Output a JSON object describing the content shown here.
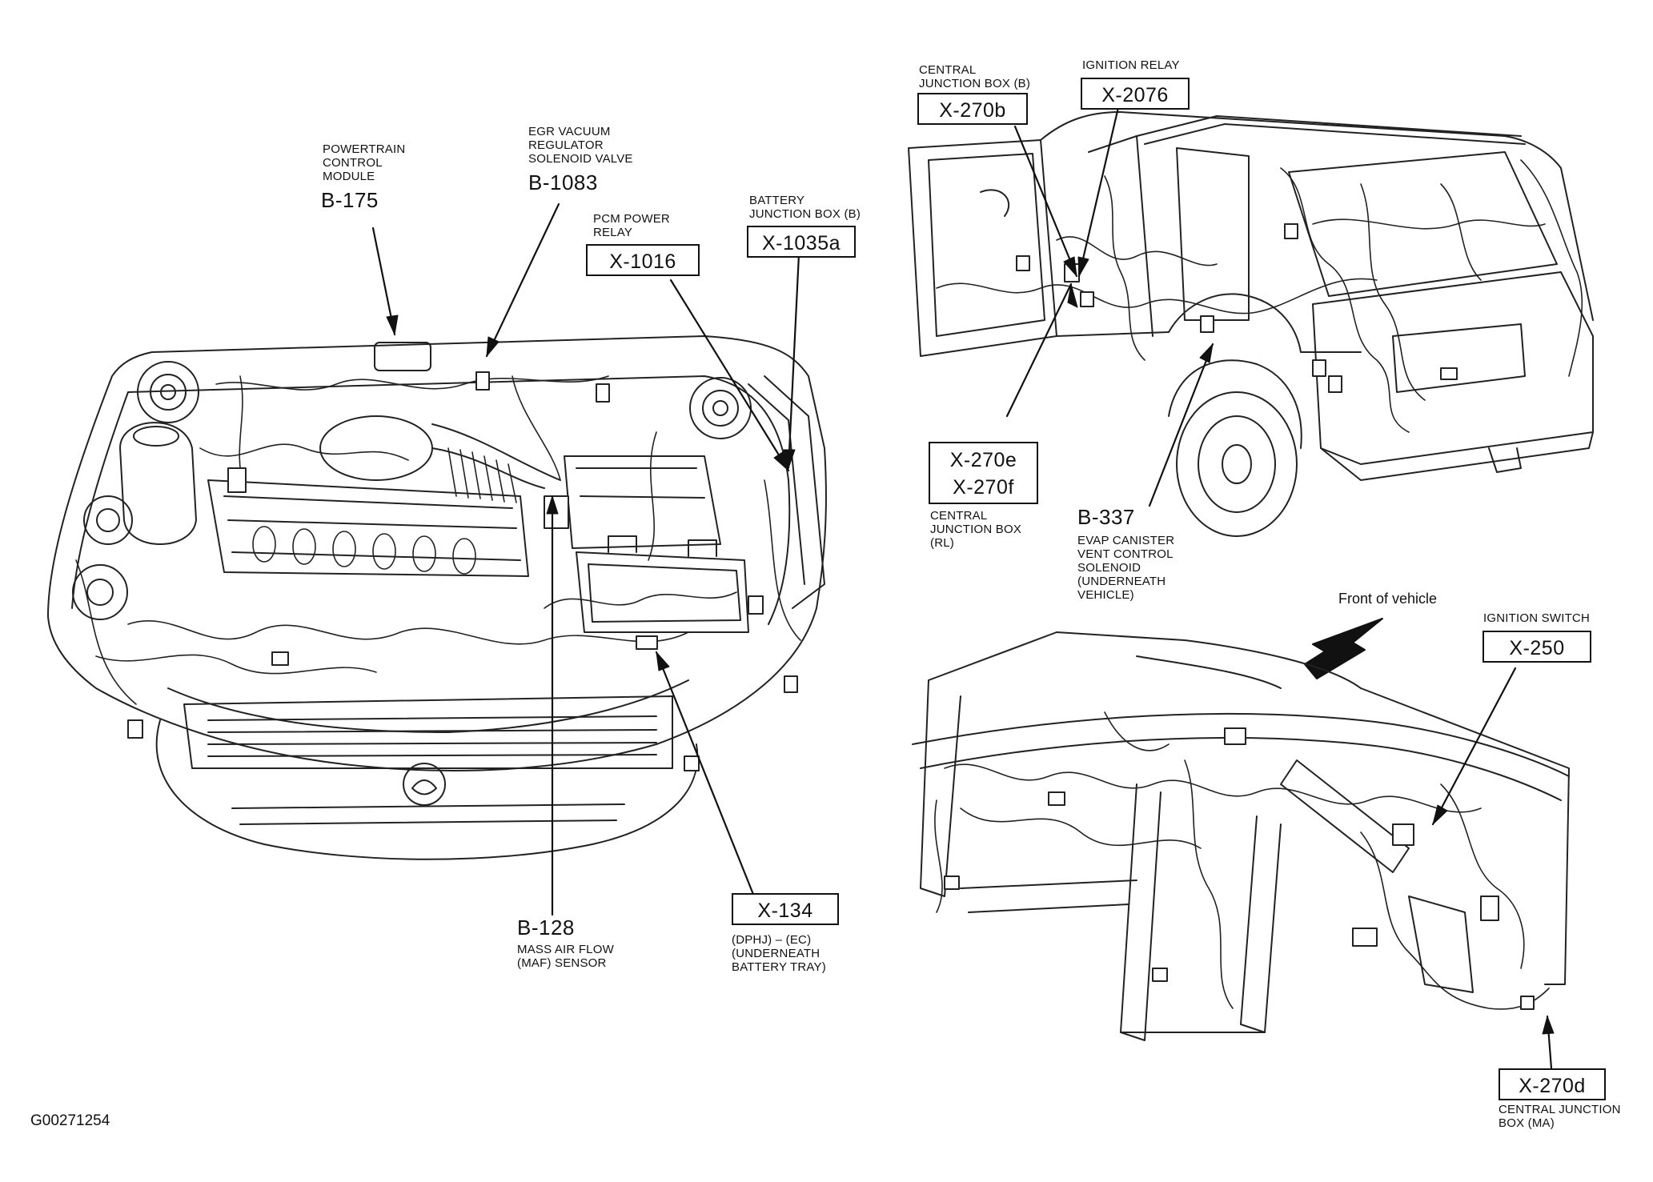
{
  "figure_id": "G00271254",
  "front_note": "Front of vehicle",
  "components": {
    "pcm": {
      "name": "POWERTRAIN\nCONTROL\nMODULE",
      "code": "B-175"
    },
    "egr": {
      "name": "EGR VACUUM\nREGULATOR\nSOLENOID VALVE",
      "code": "B-1083"
    },
    "pcm_relay": {
      "name": "PCM POWER\nRELAY",
      "code": "X-1016"
    },
    "battery_jb": {
      "name": "BATTERY\nJUNCTION BOX (B)",
      "code": "X-1035a"
    },
    "maf": {
      "name": "MASS AIR FLOW\n(MAF) SENSOR",
      "code": "B-128"
    },
    "dphj": {
      "name": "(DPHJ) – (EC)\n(UNDERNEATH\nBATTERY TRAY)",
      "code": "X-134"
    },
    "cjb_b": {
      "name": "CENTRAL\nJUNCTION BOX (B)",
      "code": "X-270b"
    },
    "ign_relay": {
      "name": "IGNITION RELAY",
      "code": "X-2076"
    },
    "cjb_rl": {
      "name": "CENTRAL\nJUNCTION BOX\n(RL)",
      "code": "X-270e\nX-270f"
    },
    "evap": {
      "name": "EVAP CANISTER\nVENT CONTROL\nSOLENOID\n(UNDERNEATH\nVEHICLE)",
      "code": "B-337"
    },
    "ign_switch": {
      "name": "IGNITION SWITCH",
      "code": "X-250"
    },
    "cjb_ma": {
      "name": "CENTRAL JUNCTION\nBOX (MA)",
      "code": "X-270d"
    }
  }
}
